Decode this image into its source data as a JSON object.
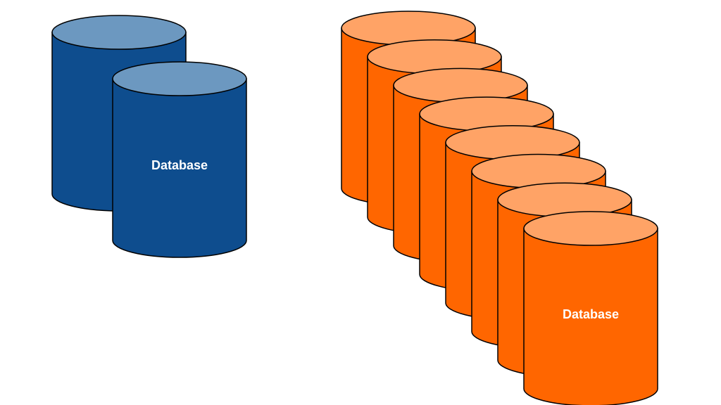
{
  "diagram": {
    "groups": [
      {
        "name": "blue-group",
        "cylinder_count": 2,
        "label": "Database",
        "body_color": "#0e4d8e",
        "top_color": "#6c98c0",
        "outline_color": "#000000"
      },
      {
        "name": "orange-group",
        "cylinder_count": 8,
        "label": "Database",
        "body_color": "#ff6600",
        "top_color": "#ffa366",
        "outline_color": "#000000"
      }
    ]
  }
}
